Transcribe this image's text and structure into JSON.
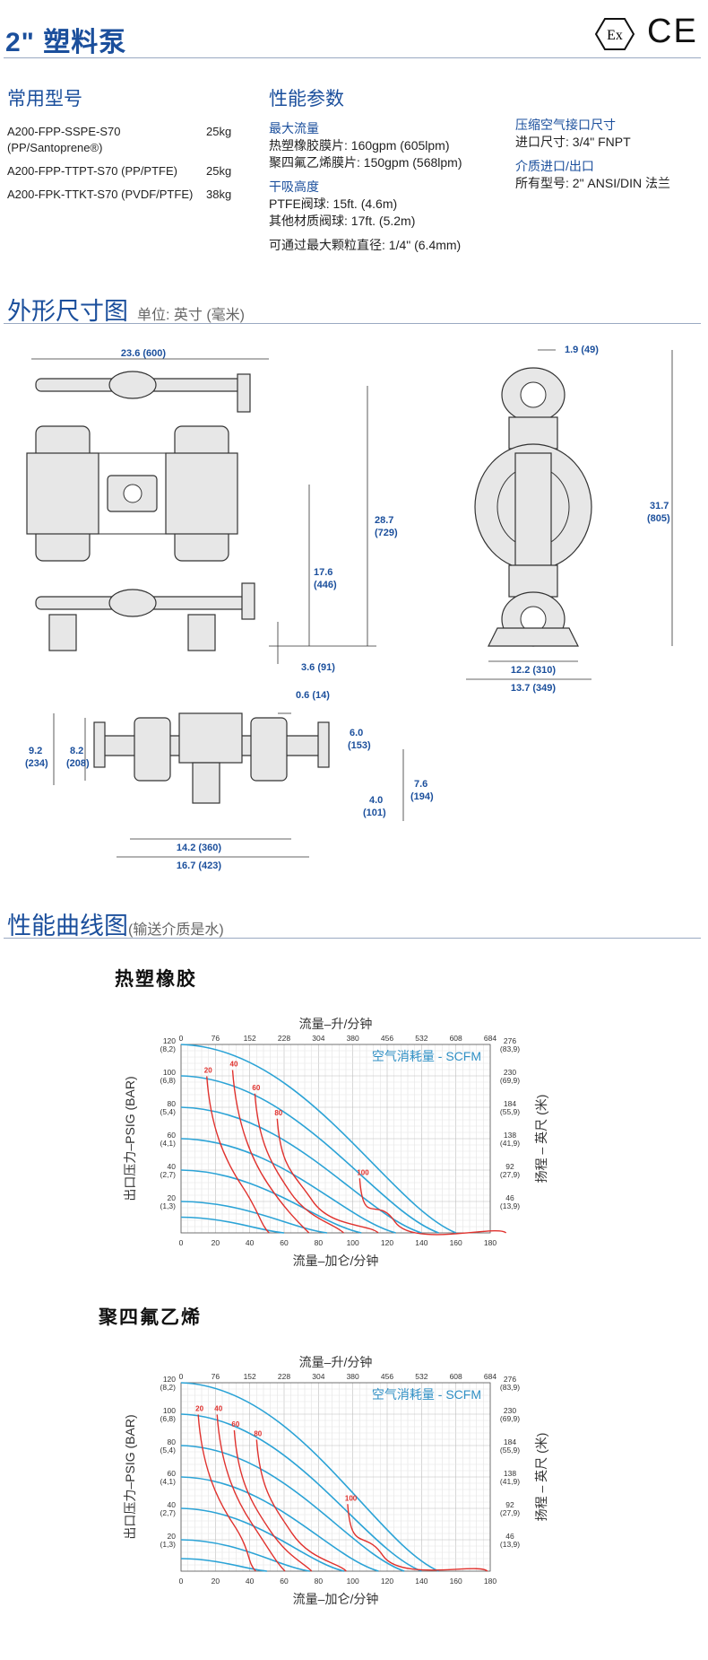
{
  "title": "2\" 塑料泵",
  "marks": {
    "ex": "Ex",
    "ce": "CE"
  },
  "models": {
    "heading": "常用型号",
    "rows": [
      {
        "model": "A200-FPP-SSPE-S70 (PP/Santoprene®)",
        "weight": "25kg"
      },
      {
        "model": "A200-FPP-TTPT-S70 (PP/PTFE)",
        "weight": "25kg"
      },
      {
        "model": "A200-FPK-TTKT-S70 (PVDF/PTFE)",
        "weight": "38kg"
      }
    ]
  },
  "performance": {
    "heading": "性能参数",
    "max_flow_label": "最大流量",
    "max_flow_tpe": "热塑橡胶膜片: 160gpm (605lpm)",
    "max_flow_ptfe": "聚四氟乙烯膜片: 150gpm (568lpm)",
    "suction_label": "干吸高度",
    "suction_ptfe": "PTFE阀球: 15ft. (4.6m)",
    "suction_other": "其他材质阀球: 17ft. (5.2m)",
    "particle": "可通过最大颗粒直径: 1/4\" (6.4mm)"
  },
  "air": {
    "label": "压缩空气接口尺寸",
    "value": "进口尺寸: 3/4\" FNPT",
    "media_label": "介质进口/出口",
    "media_value": "所有型号: 2\" ANSI/DIN 法兰"
  },
  "dimensions": {
    "heading": "外形尺寸图",
    "unit": "单位: 英寸 (毫米)",
    "front": {
      "width": "23.6 (600)",
      "height": "28.7",
      "height_mm": "(729)",
      "mid": "17.6",
      "mid_mm": "(446)",
      "bottom": "3.6 (91)"
    },
    "side": {
      "top": "1.9 (49)",
      "height": "31.7",
      "height_mm": "(805)",
      "base": "12.2 (310)",
      "overall": "13.7 (349)"
    },
    "top": {
      "offset": "0.6 (14)",
      "h1": "6.0",
      "h1_mm": "(153)",
      "left1": "9.2",
      "left1_mm": "(234)",
      "left2": "8.2",
      "left2_mm": "(208)",
      "h2": "4.0",
      "h2_mm": "(101)",
      "h3": "7.6",
      "h3_mm": "(194)",
      "w1": "14.2 (360)",
      "w2": "16.7 (423)"
    }
  },
  "curves": {
    "heading": "性能曲线图",
    "sub": "(输送介质是水)",
    "charts": [
      {
        "title": "热塑橡胶",
        "top_label": "流量–升/分钟",
        "bottom_label": "流量–加仑/分钟",
        "left_label": "出口压力–PSIG (BAR)",
        "right_label": "扬程 – 英尺 (米)",
        "legend": "空气消耗量 - SCFM"
      },
      {
        "title": "聚四氟乙烯",
        "top_label": "流量–升/分钟",
        "bottom_label": "流量–加仑/分钟",
        "left_label": "出口压力–PSIG (BAR)",
        "right_label": "扬程 – 英尺 (米)",
        "legend": "空气消耗量 - SCFM"
      }
    ]
  },
  "chart_data": [
    {
      "type": "line",
      "title": "热塑橡胶",
      "xlabel": "流量–加仑/分钟",
      "ylabel": "出口压力–PSIG (BAR)",
      "xlim": [
        0,
        180
      ],
      "ylim": [
        0,
        120
      ],
      "x_ticks": [
        "0",
        "20",
        "40",
        "60",
        "80",
        "100",
        "120",
        "140",
        "160",
        "180"
      ],
      "x_top_ticks": [
        "0",
        "76",
        "152",
        "228",
        "304",
        "380",
        "456",
        "532",
        "608",
        "684"
      ],
      "y_ticks": [
        {
          "psi": "120",
          "bar": "(8,2)"
        },
        {
          "psi": "100",
          "bar": "(6,8)"
        },
        {
          "psi": "80",
          "bar": "(5,4)"
        },
        {
          "psi": "60",
          "bar": "(4,1)"
        },
        {
          "psi": "40",
          "bar": "(2,7)"
        },
        {
          "psi": "20",
          "bar": "(1,3)"
        }
      ],
      "y_right_ticks": [
        {
          "ft": "276",
          "m": "(83,9)"
        },
        {
          "ft": "230",
          "m": "(69,9)"
        },
        {
          "ft": "184",
          "m": "(55,9)"
        },
        {
          "ft": "138",
          "m": "(41,9)"
        },
        {
          "ft": "92",
          "m": "(27,9)"
        },
        {
          "ft": "46",
          "m": "(13,9)"
        }
      ],
      "pressure_curves": [
        {
          "start": 120,
          "end": 160
        },
        {
          "start": 100,
          "end": 150
        },
        {
          "start": 80,
          "end": 140
        },
        {
          "start": 60,
          "end": 125
        },
        {
          "start": 40,
          "end": 105
        },
        {
          "start": 20,
          "end": 85
        },
        {
          "start": 10,
          "end": 60
        }
      ],
      "air_curves": [
        {
          "label": "20",
          "label_x": 15,
          "label_y": 102
        },
        {
          "label": "40",
          "label_x": 30,
          "label_y": 106
        },
        {
          "label": "60",
          "label_x": 43,
          "label_y": 91
        },
        {
          "label": "80",
          "label_x": 56,
          "label_y": 75
        },
        {
          "label": "100",
          "label_x": 104,
          "label_y": 37
        }
      ]
    },
    {
      "type": "line",
      "title": "聚四氟乙烯",
      "xlabel": "流量–加仑/分钟",
      "ylabel": "出口压力–PSIG (BAR)",
      "xlim": [
        0,
        180
      ],
      "ylim": [
        0,
        120
      ],
      "x_ticks": [
        "0",
        "20",
        "40",
        "60",
        "80",
        "100",
        "120",
        "140",
        "160",
        "180"
      ],
      "x_top_ticks": [
        "0",
        "76",
        "152",
        "228",
        "304",
        "380",
        "456",
        "532",
        "608",
        "684"
      ],
      "y_ticks": [
        {
          "psi": "120",
          "bar": "(8,2)"
        },
        {
          "psi": "100",
          "bar": "(6,8)"
        },
        {
          "psi": "80",
          "bar": "(5,4)"
        },
        {
          "psi": "60",
          "bar": "(4,1)"
        },
        {
          "psi": "40",
          "bar": "(2,7)"
        },
        {
          "psi": "20",
          "bar": "(1,3)"
        }
      ],
      "y_right_ticks": [
        {
          "ft": "276",
          "m": "(83,9)"
        },
        {
          "ft": "230",
          "m": "(69,9)"
        },
        {
          "ft": "184",
          "m": "(55,9)"
        },
        {
          "ft": "138",
          "m": "(41,9)"
        },
        {
          "ft": "92",
          "m": "(27,9)"
        },
        {
          "ft": "46",
          "m": "(13,9)"
        }
      ],
      "pressure_curves": [
        {
          "start": 120,
          "end": 150
        },
        {
          "start": 100,
          "end": 140
        },
        {
          "start": 80,
          "end": 130
        },
        {
          "start": 60,
          "end": 115
        },
        {
          "start": 40,
          "end": 95
        },
        {
          "start": 20,
          "end": 75
        },
        {
          "start": 8,
          "end": 50
        }
      ],
      "air_curves": [
        {
          "label": "20",
          "label_x": 10,
          "label_y": 102
        },
        {
          "label": "40",
          "label_x": 21,
          "label_y": 102
        },
        {
          "label": "60",
          "label_x": 31,
          "label_y": 92
        },
        {
          "label": "80",
          "label_x": 44,
          "label_y": 86
        },
        {
          "label": "100",
          "label_x": 97,
          "label_y": 45
        }
      ]
    }
  ]
}
